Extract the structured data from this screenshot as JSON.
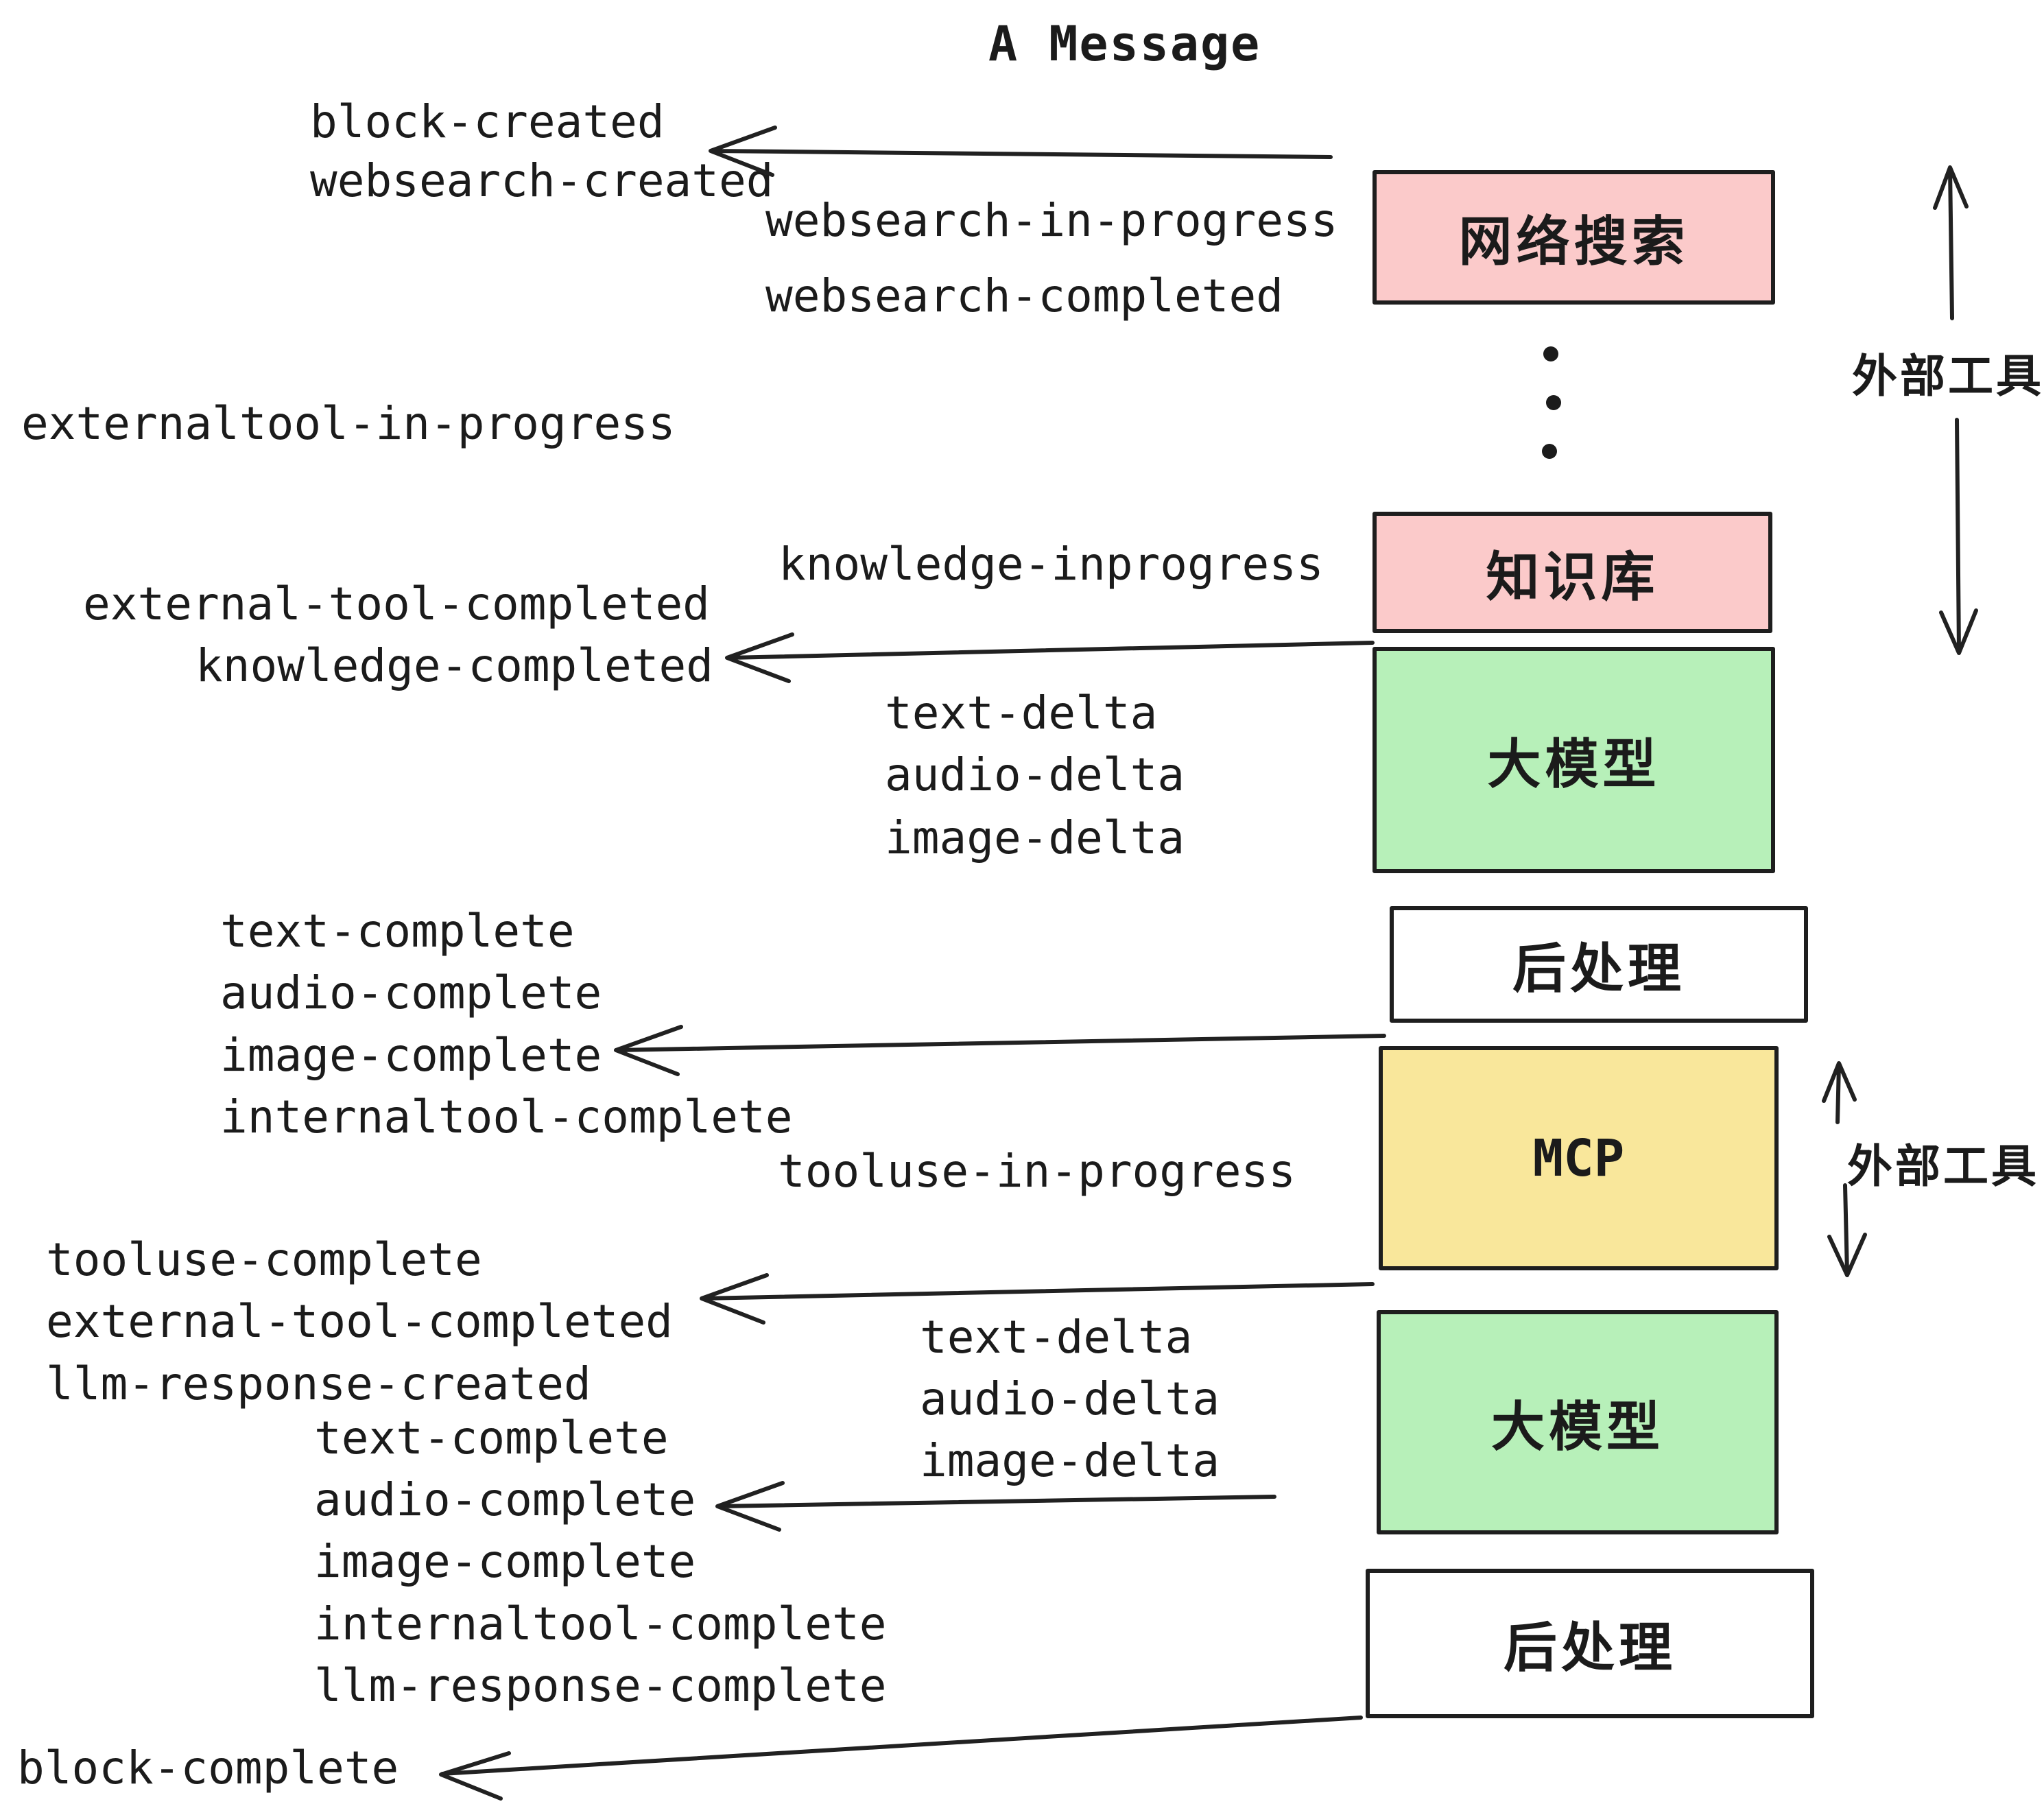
{
  "title": "A Message",
  "boxes": [
    {
      "label": "网络搜索",
      "fill": "#fbcaca"
    },
    {
      "label": "知识库",
      "fill": "#fbcaca"
    },
    {
      "label": "大模型",
      "fill": "#b7f0b9"
    },
    {
      "label": "后处理",
      "fill": "#ffffff"
    },
    {
      "label": "MCP",
      "fill": "#f9e79b"
    },
    {
      "label": "大模型",
      "fill": "#b7f0b9"
    },
    {
      "label": "后处理",
      "fill": "#ffffff"
    }
  ],
  "side_labels": [
    {
      "label": "外部工具"
    },
    {
      "label": "外部工具"
    }
  ],
  "events": {
    "block_created": "block-created",
    "websearch_created": "websearch-created",
    "websearch_in_progress": "websearch-in-progress",
    "websearch_completed": "websearch-completed",
    "externaltool_in_progress": "externaltool-in-progress",
    "knowledge_inprogress": "knowledge-inprogress",
    "external_tool_completed_1": "external-tool-completed",
    "knowledge_completed": "knowledge-completed",
    "text_delta_1": "text-delta",
    "audio_delta_1": "audio-delta",
    "image_delta_1": "image-delta",
    "text_complete_1": "text-complete",
    "audio_complete_1": "audio-complete",
    "image_complete_1": "image-complete",
    "internaltool_complete_1": "internaltool-complete",
    "tooluse_in_progress": "tooluse-in-progress",
    "tooluse_complete": "tooluse-complete",
    "external_tool_completed_2": "external-tool-completed",
    "llm_response_created": "llm-response-created",
    "text_delta_2": "text-delta",
    "audio_delta_2": "audio-delta",
    "image_delta_2": "image-delta",
    "text_complete_2": "text-complete",
    "audio_complete_2": "audio-complete",
    "image_complete_2": "image-complete",
    "internaltool_complete_2": "internaltool-complete",
    "llm_response_complete": "llm-response-complete",
    "block_complete": "block-complete"
  },
  "colors": {
    "stroke": "#212121",
    "pink": "#fbcaca",
    "green": "#b7f0b9",
    "yellow": "#f9e79b",
    "white": "#ffffff",
    "background": "#ffffff"
  }
}
